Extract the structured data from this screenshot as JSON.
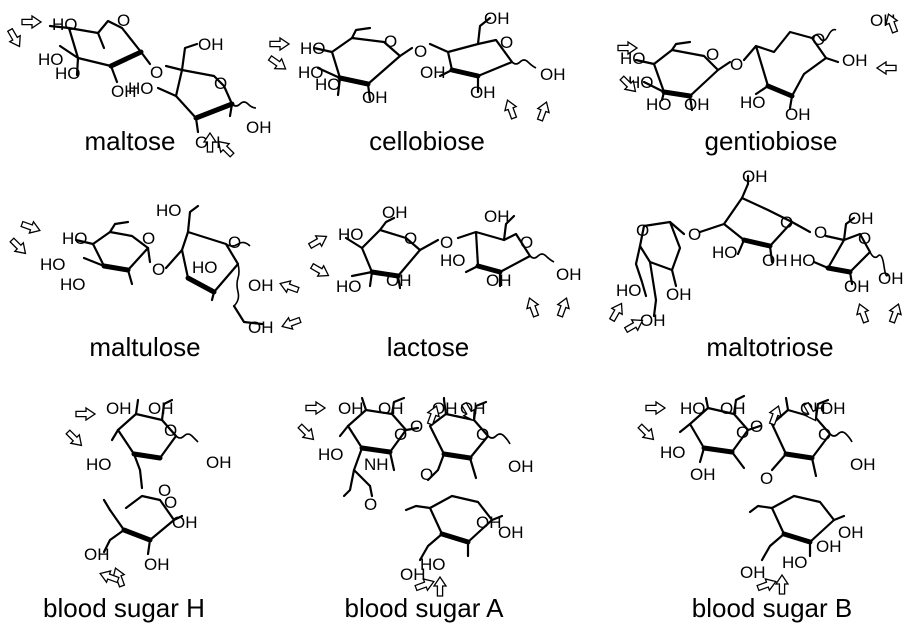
{
  "molecules": [
    {
      "name": "maltose",
      "atoms": [
        "HO",
        "HO",
        "HO",
        "O",
        "OH",
        "O",
        "OH",
        "HO",
        "O",
        "OH",
        "OH"
      ]
    },
    {
      "name": "cellobiose",
      "atoms": [
        "HO",
        "HO",
        "HO",
        "O",
        "OH",
        "O",
        "OH",
        "OH",
        "O",
        "OH",
        "OH"
      ]
    },
    {
      "name": "gentiobiose",
      "atoms": [
        "HO",
        "HO",
        "HO",
        "O",
        "OH",
        "O",
        "O",
        "OH",
        "OH",
        "HO",
        "OH"
      ]
    },
    {
      "name": "maltulose",
      "atoms": [
        "HO",
        "HO",
        "HO",
        "O",
        "O",
        "HO",
        "HO",
        "O",
        "OH",
        "OH"
      ]
    },
    {
      "name": "lactose",
      "atoms": [
        "HO",
        "OH",
        "HO",
        "O",
        "OH",
        "O",
        "OH",
        "HO",
        "O",
        "OH",
        "OH"
      ]
    },
    {
      "name": "maltotriose",
      "atoms": [
        "O",
        "O",
        "OH",
        "OH",
        "O",
        "HO",
        "HO",
        "O",
        "OH",
        "HO",
        "OH",
        "O",
        "OH",
        "OH",
        "OH"
      ]
    },
    {
      "name": "blood sugar H",
      "atoms": [
        "OH",
        "OH",
        "HO",
        "O",
        "OH",
        "O",
        "O",
        "OH",
        "OH",
        "OH"
      ]
    },
    {
      "name": "blood sugar A",
      "atoms": [
        "OH",
        "OH",
        "HO",
        "O",
        "NH",
        "O",
        "O",
        "OH",
        "O",
        "OH",
        "OH",
        "O",
        "OH",
        "OH",
        "HO",
        "OH"
      ]
    },
    {
      "name": "blood sugar B",
      "atoms": [
        "HO",
        "OH",
        "OH",
        "HO",
        "O",
        "O",
        "OH",
        "O",
        "OH",
        "OH",
        "O",
        "OH",
        "HO",
        "OH",
        "OH"
      ]
    }
  ]
}
